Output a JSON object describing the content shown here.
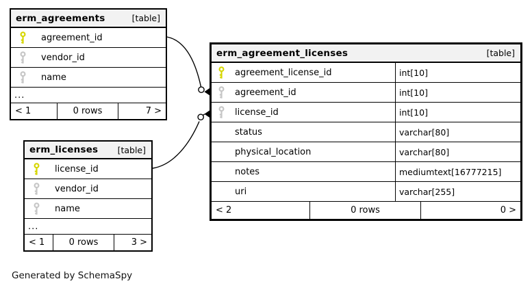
{
  "diagram": {
    "generated_note": "Generated by SchemaSpy",
    "colors": {
      "primary_key": "#d6d600",
      "foreign_key": "#c6c6c6",
      "header_bg": "#f2f2f2",
      "border": "#000000",
      "background": "#ffffff"
    },
    "tables": [
      {
        "name": "erm_agreements",
        "tag": "[table]",
        "ellipsis": "...",
        "columns": [
          {
            "name": "agreement_id",
            "key": "primary"
          },
          {
            "name": "vendor_id",
            "key": "foreign"
          },
          {
            "name": "name",
            "key": "foreign"
          }
        ],
        "footer": {
          "parents": "< 1",
          "rows": "0 rows",
          "children": "7 >"
        }
      },
      {
        "name": "erm_agreement_licenses",
        "tag": "[table]",
        "columns": [
          {
            "name": "agreement_license_id",
            "type": "int[10]",
            "key": "primary"
          },
          {
            "name": "agreement_id",
            "type": "int[10]",
            "key": "foreign"
          },
          {
            "name": "license_id",
            "type": "int[10]",
            "key": "foreign"
          },
          {
            "name": "status",
            "type": "varchar[80]",
            "key": "none"
          },
          {
            "name": "physical_location",
            "type": "varchar[80]",
            "key": "none"
          },
          {
            "name": "notes",
            "type": "mediumtext[16777215]",
            "key": "none"
          },
          {
            "name": "uri",
            "type": "varchar[255]",
            "key": "none"
          }
        ],
        "footer": {
          "parents": "< 2",
          "rows": "0 rows",
          "children": "0 >"
        }
      },
      {
        "name": "erm_licenses",
        "tag": "[table]",
        "ellipsis": "...",
        "columns": [
          {
            "name": "license_id",
            "key": "primary"
          },
          {
            "name": "vendor_id",
            "key": "foreign"
          },
          {
            "name": "name",
            "key": "foreign"
          }
        ],
        "footer": {
          "parents": "< 1",
          "rows": "0 rows",
          "children": "3 >"
        }
      }
    ],
    "relationships": [
      {
        "from": "erm_agreements.agreement_id",
        "to": "erm_agreement_licenses.agreement_id"
      },
      {
        "from": "erm_licenses.license_id",
        "to": "erm_agreement_licenses.license_id"
      }
    ]
  }
}
